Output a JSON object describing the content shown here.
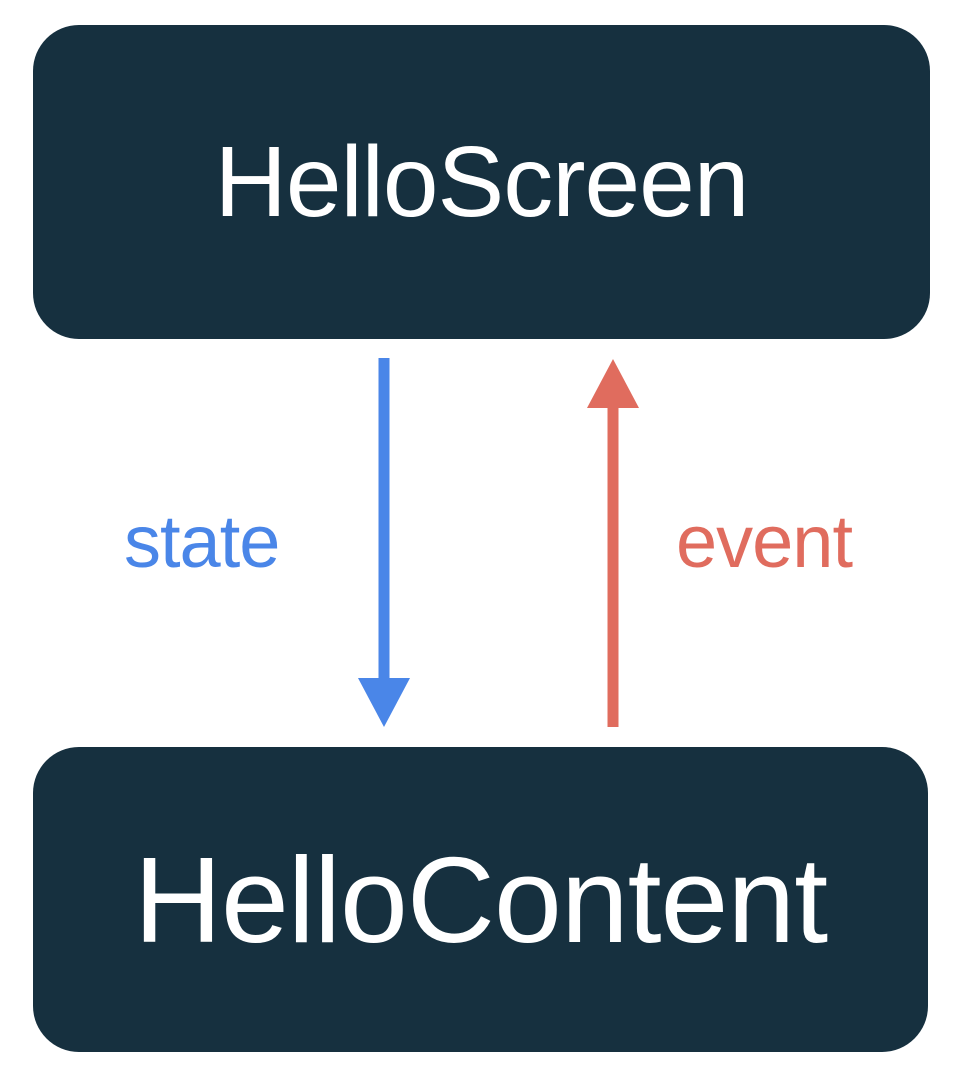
{
  "diagram": {
    "type": "flow",
    "title": "",
    "background_color": "#FFFFFF",
    "node_fill_color": "#16303F",
    "node_text_color": "#FFFFFF",
    "nodes": [
      {
        "id": "hello-screen",
        "label": "HelloScreen"
      },
      {
        "id": "hello-content",
        "label": "HelloContent"
      }
    ],
    "edges": [
      {
        "id": "state-edge",
        "label": "state",
        "from": "hello-screen",
        "to": "hello-content",
        "direction": "down",
        "color": "#4A86E8"
      },
      {
        "id": "event-edge",
        "label": "event",
        "from": "hello-content",
        "to": "hello-screen",
        "direction": "up",
        "color": "#E06C5E"
      }
    ]
  }
}
